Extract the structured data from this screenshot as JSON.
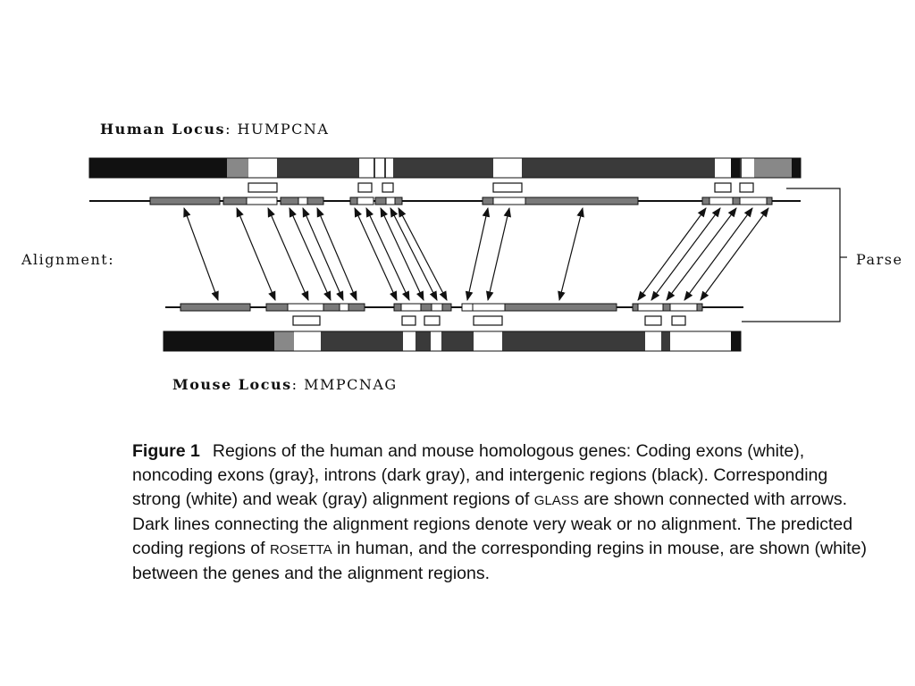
{
  "labels": {
    "human_locus_bold": "Human Locus",
    "human_locus_sep": ": ",
    "human_locus_name": "HUMPCNA",
    "mouse_locus_bold": "Mouse Locus",
    "mouse_locus_sep": ": ",
    "mouse_locus_name": "MMPCNAG",
    "alignment": "Alignment:",
    "parse": "Parse"
  },
  "legend_colors": {
    "coding_exon": "#ffffff",
    "noncoding_exon": "#888888",
    "intron": "#3a3a3a",
    "intergenic": "#111111",
    "weak_alignment": "#7a7a7a",
    "strong_alignment": "#ffffff"
  },
  "caption": {
    "figure_label": "Figure 1",
    "part1": "Regions of the human and mouse homologous genes: Coding exons (white), noncoding exons (gray}, introns (dark gray), and intergenic regions (black). Corresponding strong (white) and weak (gray) alignment regions of ",
    "glass": "GLASS",
    "part2": " are shown connected with arrows. Dark lines connecting the alignment regions denote very weak or no alignment. The predicted coding regions of ",
    "rosetta": "ROSETTA",
    "part3": " in human, and the corresponding regins in mouse, are shown (white) between the genes and the alignment regions."
  }
}
